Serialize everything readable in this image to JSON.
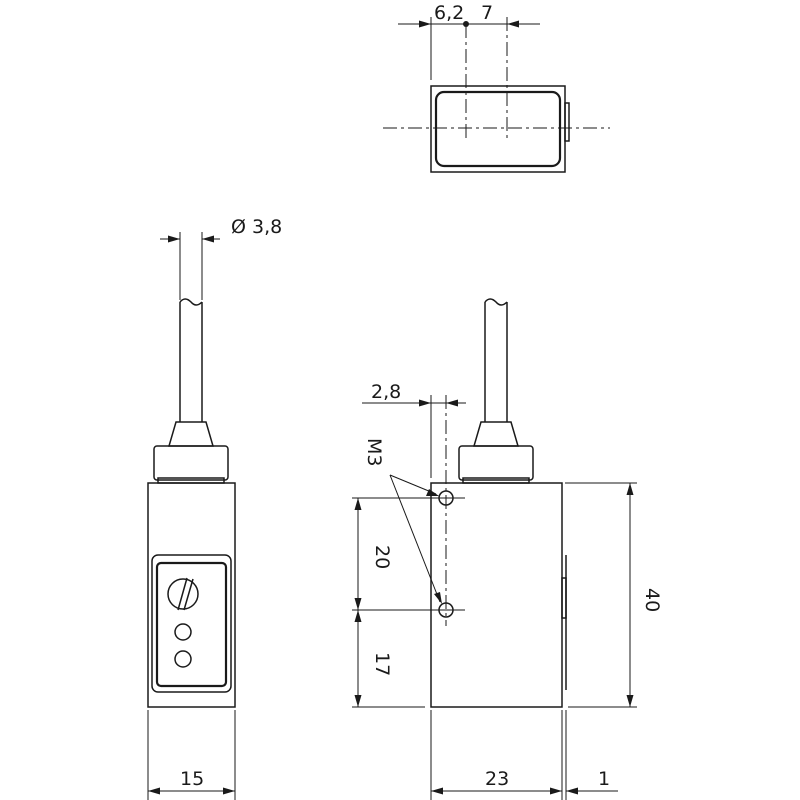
{
  "dimensions": {
    "top_offset_a": "6,2",
    "top_offset_b": "7",
    "cable_diameter": "Ø 3,8",
    "side_hole_offset": "2,8",
    "thread": "M3",
    "hole_spacing": "20",
    "hole_height": "17",
    "front_width": "15",
    "side_width": "23",
    "side_lip": "1",
    "overall_height": "40"
  }
}
